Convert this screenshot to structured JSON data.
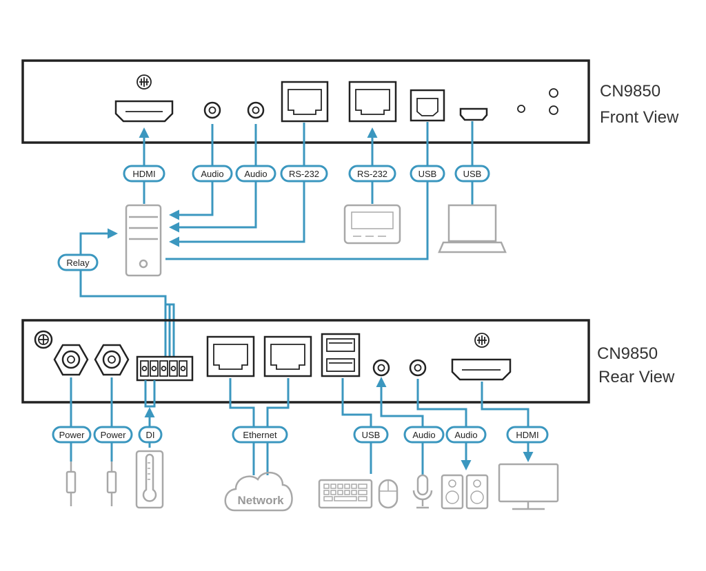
{
  "front": {
    "model": "CN9850",
    "view": "Front View"
  },
  "rear": {
    "model": "CN9850",
    "view": "Rear View"
  },
  "labels": {
    "hdmi_front": "HDMI",
    "audio_front_1": "Audio",
    "audio_front_2": "Audio",
    "rs232_1": "RS-232",
    "rs232_2": "RS-232",
    "usb_front_1": "USB",
    "usb_front_2": "USB",
    "relay": "Relay",
    "power_1": "Power",
    "power_2": "Power",
    "di": "DI",
    "ethernet": "Ethernet",
    "usb_rear": "USB",
    "audio_rear_1": "Audio",
    "audio_rear_2": "Audio",
    "hdmi_rear": "HDMI"
  },
  "network": {
    "label": "Network"
  },
  "colors": {
    "wire": "#3b97bf",
    "device": "#a8a8a8",
    "outline": "#222222"
  },
  "icons": [
    "pc-tower-icon",
    "console-terminal-icon",
    "laptop-icon",
    "power-plug-icon",
    "thermometer-icon",
    "network-cloud-icon",
    "keyboard-icon",
    "mouse-icon",
    "microphone-icon",
    "speakers-icon",
    "monitor-icon",
    "ground-screw-icon"
  ]
}
